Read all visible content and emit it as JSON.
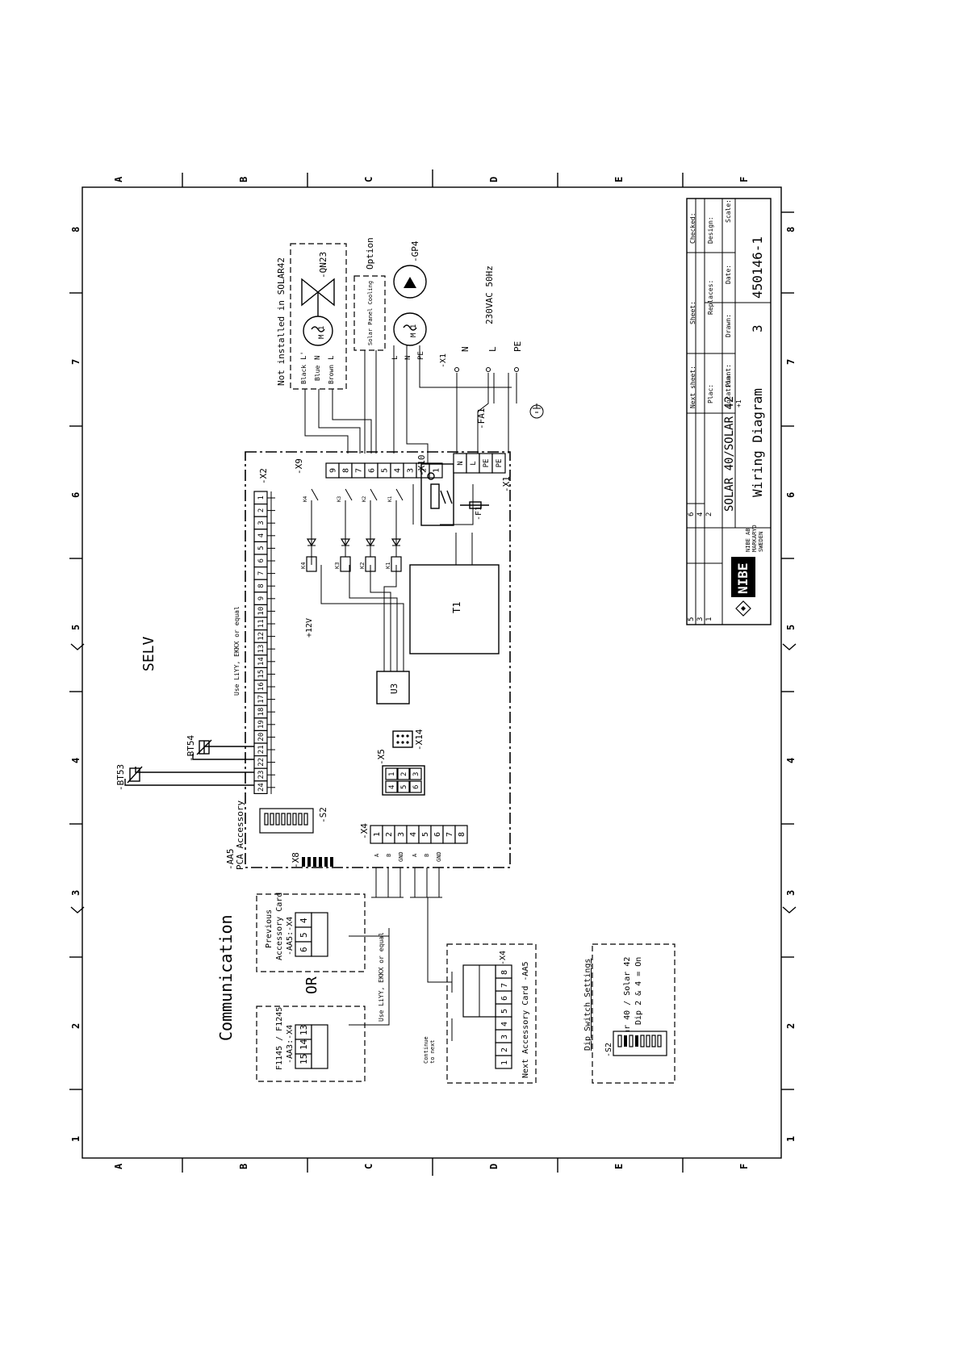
{
  "drawing": {
    "zones_letters": [
      "A",
      "B",
      "C",
      "D",
      "E",
      "F"
    ],
    "zones_numbers": [
      "1",
      "2",
      "3",
      "4",
      "5",
      "6",
      "7",
      "8"
    ],
    "title_block": {
      "checked_label": "Checked:",
      "design_label": "Design:",
      "scale_label": "Scale:",
      "sheet_label": "Sheet:",
      "replaces_label": "Replaces:",
      "date_label": "Date:",
      "drawn_label": "Drawn:",
      "next_sheet_label": "Next sheet:",
      "plac_label": "Plac:",
      "plant_label": "Plant:",
      "location_label": "Location:",
      "location_value": "+1",
      "drawing_number": "450146-1",
      "revision": "3",
      "product": "SOLAR 40/SOLAR 42",
      "title": "Wiring Diagram",
      "company_lines": [
        "NIBE AB",
        "MARKARYD",
        "SWEDEN"
      ],
      "logo": "NIBE",
      "rev_col_a": [
        "5",
        "3",
        "1"
      ],
      "rev_col_b": [
        "6",
        "4",
        "2"
      ]
    }
  },
  "labels": {
    "selv": "SELV",
    "communication": "Communication",
    "or": "OR",
    "aa5": "-AA5",
    "pca_accessory": "PCA Accessory",
    "x8": "-X8",
    "s2": "-S2",
    "x2": "-X2",
    "x9": "-X9",
    "x10": "-X10",
    "x1": "-X1",
    "x4": "-X4",
    "x5": "-X5",
    "x14": "-X14",
    "t1": "T1",
    "u3": "U3",
    "plus12v": "+12V",
    "f1": "-F1",
    "fa1": "-FA1",
    "bt53": "-BT53",
    "bt54": "-BT54",
    "use_liyy": "Use LiYY, EKKX or equal",
    "qn23": "-QN23",
    "not_installed": "Not installed in SOLAR42",
    "solar_panel_cooling": "Solar Panel Cooling",
    "option": "Option",
    "gp4": "-GP4",
    "supply": "230VAC 50Hz",
    "n": "N",
    "l": "L",
    "pe": "PE",
    "black": "Black",
    "blue": "Blue",
    "brown": "Brown",
    "previous_card": [
      "Previous",
      "Accessory Card",
      "-AA5:-X4"
    ],
    "f1145": [
      "F1145 / F1245",
      "-AA3:-X4"
    ],
    "next_card": "Next Accessory Card -AA5",
    "continue_to_next": [
      "Continue",
      "to next"
    ],
    "dip_title": "Dip Switch Settings",
    "dip_text": [
      "Solar 40 / Solar 42",
      "Dip 2 & 4 = On"
    ],
    "gnd": "GND",
    "a": "A",
    "b": "B"
  },
  "terminals": {
    "x2": [
      "1",
      "2",
      "3",
      "4",
      "5",
      "6",
      "7",
      "8",
      "9",
      "10",
      "11",
      "12",
      "13",
      "14",
      "15",
      "16",
      "17",
      "18",
      "19",
      "20",
      "21",
      "22",
      "23",
      "24"
    ],
    "x9": [
      "9",
      "8",
      "7",
      "6",
      "5",
      "4",
      "3",
      "2",
      "1"
    ],
    "x1": [
      "N",
      "L",
      "PE",
      "PE"
    ],
    "x4": [
      "1",
      "2",
      "3",
      "4",
      "5",
      "6",
      "7",
      "8"
    ],
    "x5": [
      "1",
      "2",
      "3",
      "4",
      "5",
      "6"
    ],
    "relays": [
      "K4",
      "K3",
      "K2",
      "K1"
    ],
    "prev_card": [
      "4",
      "5",
      "6"
    ],
    "f_card": [
      "13",
      "14",
      "15"
    ],
    "next_card": [
      "1",
      "2",
      "3",
      "4",
      "5",
      "6",
      "7",
      "8"
    ]
  }
}
